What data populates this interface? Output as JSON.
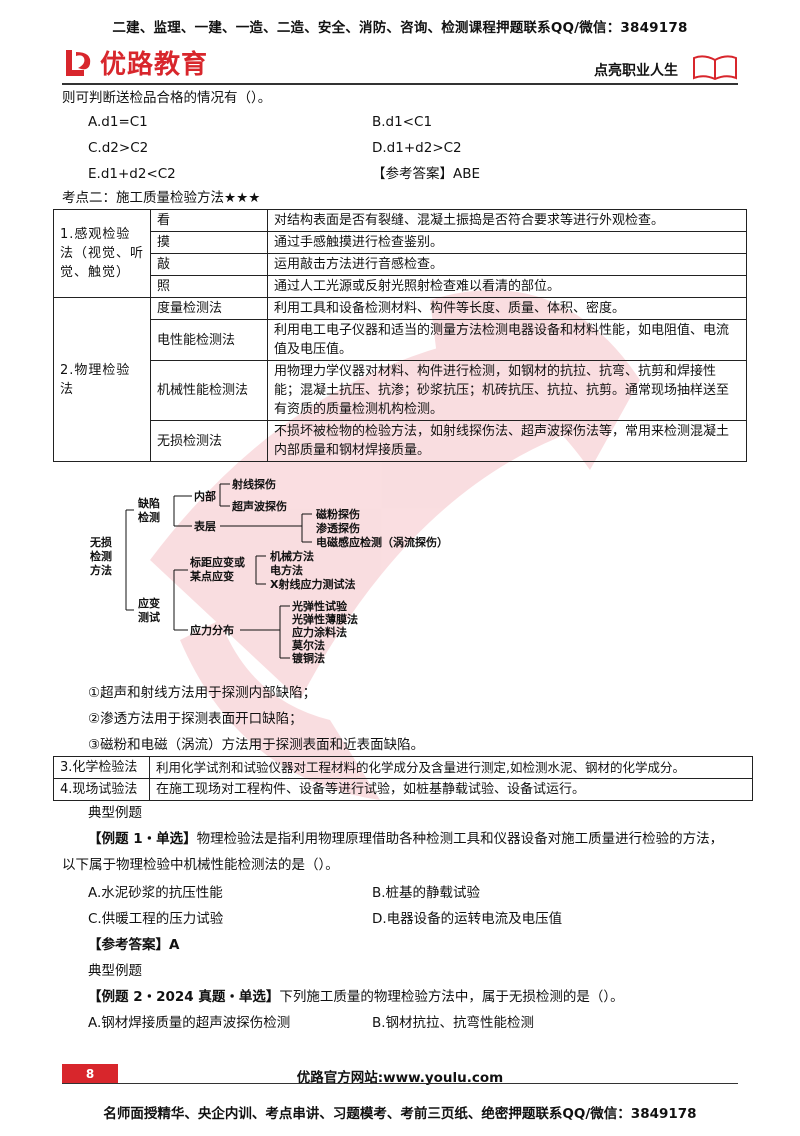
{
  "header": {
    "banner": "二建、监理、一建、一造、二造、安全、消防、咨询、检测课程押题联系QQ/微信：3849178",
    "logo_text": "优路教育",
    "slogan": "点亮职业人生"
  },
  "q0": {
    "stem": "则可判断送检品合格的情况有（）。",
    "options": [
      "A.d1=C1",
      "B.d1<C1",
      "C.d2>C2",
      "D.d1+d2>C2",
      "E.d1+d2<C2"
    ],
    "answer": "【参考答案】ABE"
  },
  "section_title": "考点二：施工质量检验方法★★★",
  "table1": {
    "g1_label": "1.感观检验法（视觉、听觉、触觉）",
    "g1_rows": [
      {
        "m": "看",
        "d": "对结构表面是否有裂缝、混凝土振捣是否符合要求等进行外观检查。"
      },
      {
        "m": "摸",
        "d": "通过手感触摸进行检查鉴别。"
      },
      {
        "m": "敲",
        "d": "运用敲击方法进行音感检查。"
      },
      {
        "m": "照",
        "d": "通过人工光源或反射光照射检查难以看清的部位。"
      }
    ],
    "g2_label": "2.物理检验法",
    "g2_rows": [
      {
        "m": "度量检测法",
        "d": "利用工具和设备检测材料、构件等长度、质量、体积、密度。"
      },
      {
        "m": "电性能检测法",
        "d": "利用电工电子仪器和适当的测量方法检测电器设备和材料性能，如电阻值、电流值及电压值。"
      },
      {
        "m": "机械性能检测法",
        "d": "用物理力学仪器对材料、构件进行检测，如钢材的抗拉、抗弯、抗剪和焊接性能；混凝土抗压、抗渗；砂浆抗压；机砖抗压、抗拉、抗剪。通常现场抽样送至有资质的质量检测机构检测。"
      },
      {
        "m": "无损检测法",
        "d": "不损坏被检物的检验方法，如射线探伤法、超声波探伤法等，常用来检测混凝土内部质量和钢材焊接质量。"
      }
    ]
  },
  "tree": {
    "root": [
      "无损",
      "检测",
      "方法"
    ],
    "defect": [
      "缺陷",
      "检测"
    ],
    "internal": "内部",
    "internal_items": [
      "射线探伤",
      "超声波探伤"
    ],
    "surface": "表层",
    "surface_items": [
      "磁粉探伤",
      "渗透探伤",
      "电磁感应检测（涡流探伤）"
    ],
    "strain": [
      "应变",
      "测试"
    ],
    "gauge": [
      "标距应变或",
      "某点应变"
    ],
    "gauge_items": [
      "机械方法",
      "电方法",
      "X射线应力测试法"
    ],
    "stress": "应力分布",
    "stress_items": [
      "光弹性试验",
      "光弹性薄膜法",
      "应力涂料法",
      "莫尔法",
      "镀铜法"
    ]
  },
  "notes": [
    "①超声和射线方法用于探测内部缺陷；",
    "②渗透方法用于探测表面开口缺陷；",
    "③磁粉和电磁（涡流）方法用于探测表面和近表面缺陷。"
  ],
  "table2": [
    {
      "m": "3.化学检验法",
      "d": "利用化学试剂和试验仪器对工程材料的化学成分及含量进行测定,如检测水泥、钢材的化学成分。"
    },
    {
      "m": "4.现场试验法",
      "d": "在施工现场对工程构件、设备等进行试验，如桩基静载试验、设备试运行。"
    }
  ],
  "ex1": {
    "heading": "典型例题",
    "tag": "【例题 1・单选】",
    "stem1": "物理检验法是指利用物理原理借助各种检测工具和仪器设备对施工质量进行检验的方法，",
    "stem2": "以下属于物理检验中机械性能检测法的是（）。",
    "options": [
      "A.水泥砂浆的抗压性能",
      "B.桩基的静载试验",
      "C.供暖工程的压力试验",
      "D.电器设备的运转电流及电压值"
    ],
    "answer": "【参考答案】A"
  },
  "ex2": {
    "heading": "典型例题",
    "tag": "【例题 2・2024 真题・单选】",
    "stem": "下列施工质量的物理检验方法中，属于无损检测的是（）。",
    "options": [
      "A.钢材焊接质量的超声波探伤检测",
      "B.钢材抗拉、抗弯性能检测"
    ]
  },
  "footer": {
    "page_number": "8",
    "site": "优路官方网站:www.youlu.com",
    "banner": "名师面授精华、央企内训、考点串讲、习题模考、考前三页纸、绝密押题联系QQ/微信：3849178"
  },
  "colors": {
    "brand": "#d8262c",
    "watermark": "#f4c4c8"
  }
}
